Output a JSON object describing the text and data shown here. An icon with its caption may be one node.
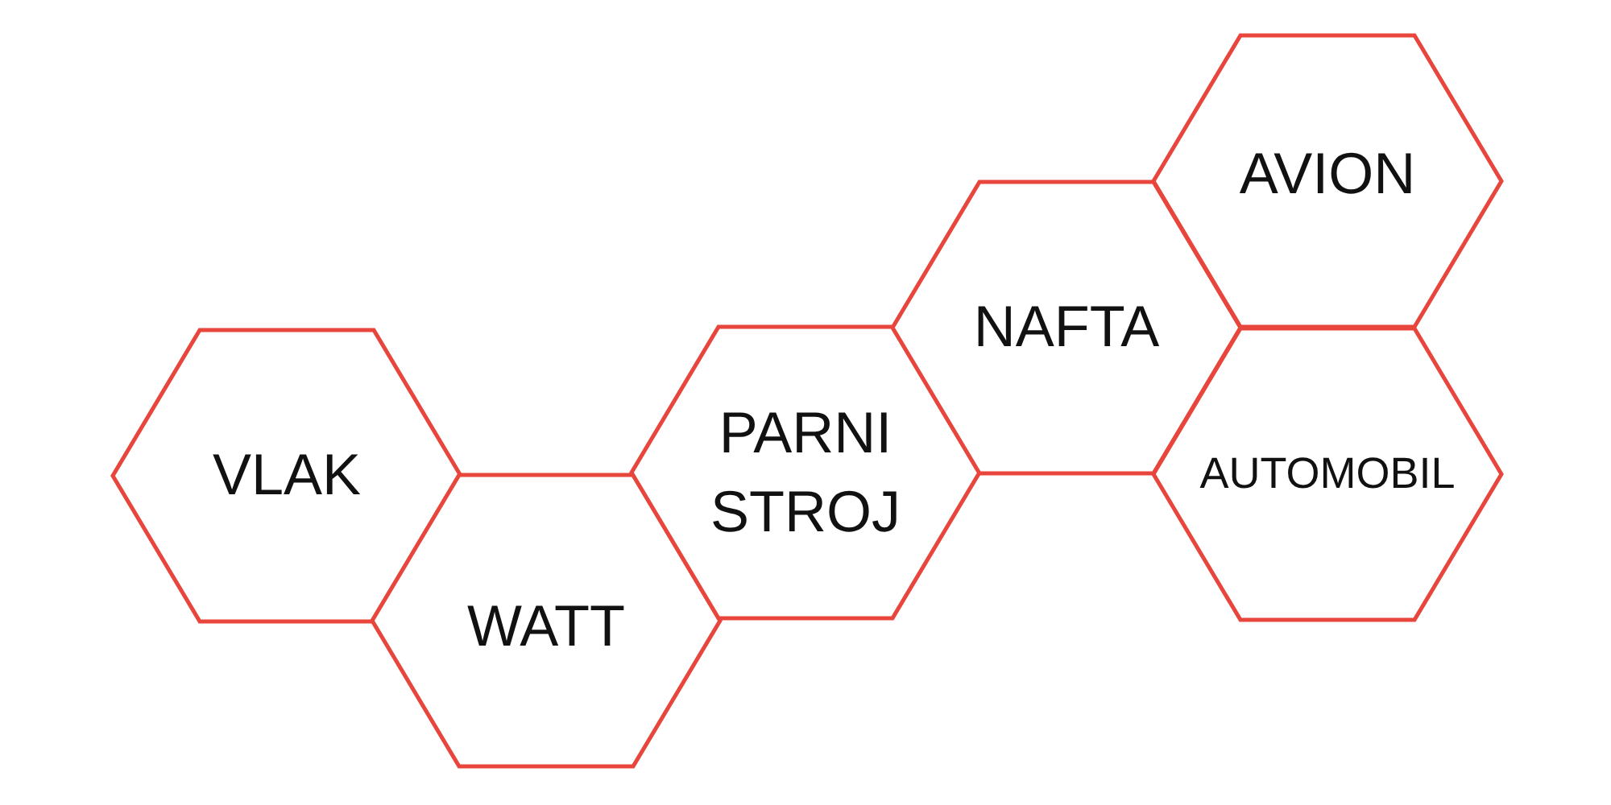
{
  "diagram": {
    "nodes": [
      {
        "text": [
          "VLAK"
        ]
      },
      {
        "text": [
          "WATT"
        ]
      },
      {
        "text": [
          "PARNI STROJ"
        ]
      },
      {
        "text": [
          "NAFTA"
        ]
      },
      {
        "text": [
          "AVION"
        ]
      },
      {
        "text": [
          "AUTOMOBIL"
        ]
      }
    ]
  }
}
